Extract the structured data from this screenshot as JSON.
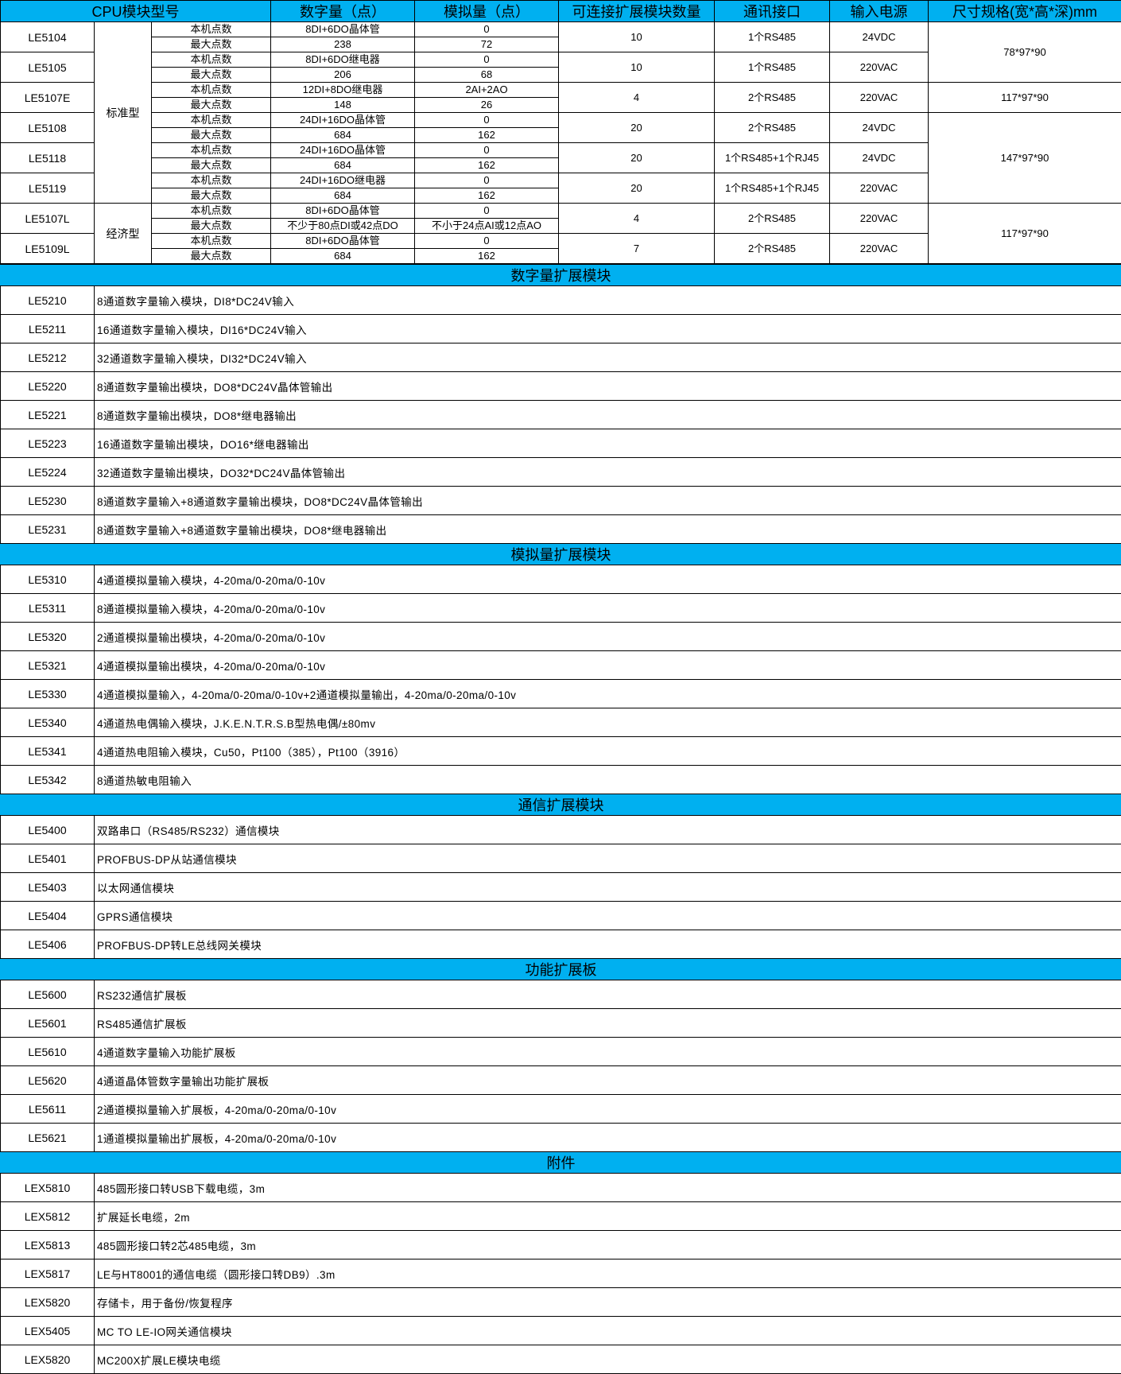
{
  "cpu_table": {
    "headers": [
      "CPU模块型号",
      "数字量（点）",
      "模拟量（点）",
      "可连接扩展模块数量",
      "通讯接口",
      "输入电源",
      "尺寸规格(宽*高*深)mm"
    ],
    "sub_labels": {
      "local": "本机点数",
      "max": "最大点数"
    },
    "groups": [
      {
        "type": "标准型",
        "models": [
          {
            "model": "LE5104",
            "local_digital": "8DI+6DO晶体管",
            "local_analog": "0",
            "max_digital": "238",
            "max_analog": "72",
            "expansion": "10",
            "comm": "1个RS485",
            "power": "24VDC"
          },
          {
            "model": "LE5105",
            "local_digital": "8DI+6DO继电器",
            "local_analog": "0",
            "max_digital": "206",
            "max_analog": "68",
            "expansion": "10",
            "comm": "1个RS485",
            "power": "220VAC"
          },
          {
            "model": "LE5107E",
            "local_digital": "12DI+8DO继电器",
            "local_analog": "2AI+2AO",
            "max_digital": "148",
            "max_analog": "26",
            "expansion": "4",
            "comm": "2个RS485",
            "power": "220VAC"
          },
          {
            "model": "LE5108",
            "local_digital": "24DI+16DO晶体管",
            "local_analog": "0",
            "max_digital": "684",
            "max_analog": "162",
            "expansion": "20",
            "comm": "2个RS485",
            "power": "24VDC"
          },
          {
            "model": "LE5118",
            "local_digital": "24DI+16DO晶体管",
            "local_analog": "0",
            "max_digital": "684",
            "max_analog": "162",
            "expansion": "20",
            "comm": "1个RS485+1个RJ45",
            "power": "24VDC"
          },
          {
            "model": "LE5119",
            "local_digital": "24DI+16DO继电器",
            "local_analog": "0",
            "max_digital": "684",
            "max_analog": "162",
            "expansion": "20",
            "comm": "1个RS485+1个RJ45",
            "power": "220VAC"
          }
        ]
      },
      {
        "type": "经济型",
        "models": [
          {
            "model": "LE5107L",
            "local_digital": "8DI+6DO晶体管",
            "local_analog": "0",
            "max_digital": "不少于80点DI或42点DO",
            "max_analog": "不小于24点AI或12点AO",
            "expansion": "4",
            "comm": "2个RS485",
            "power": "220VAC"
          },
          {
            "model": "LE5109L",
            "local_digital": "8DI+6DO晶体管",
            "local_analog": "0",
            "max_digital": "684",
            "max_analog": "162",
            "expansion": "7",
            "comm": "2个RS485",
            "power": "220VAC"
          }
        ]
      }
    ],
    "sizes": [
      {
        "value": "78*97*90",
        "span_models": 2
      },
      {
        "value": "117*97*90",
        "span_models": 1
      },
      {
        "value": "147*97*90",
        "span_models": 3
      },
      {
        "value": "117*97*90",
        "span_models": 2
      }
    ]
  },
  "sections": [
    {
      "title": "数字量扩展模块",
      "items": [
        {
          "model": "LE5210",
          "desc": "8通道数字量输入模块，DI8*DC24V输入"
        },
        {
          "model": "LE5211",
          "desc": "16通道数字量输入模块，DI16*DC24V输入"
        },
        {
          "model": "LE5212",
          "desc": "32通道数字量输入模块，DI32*DC24V输入"
        },
        {
          "model": "LE5220",
          "desc": "8通道数字量输出模块，DO8*DC24V晶体管输出"
        },
        {
          "model": "LE5221",
          "desc": "8通道数字量输出模块，DO8*继电器输出"
        },
        {
          "model": "LE5223",
          "desc": "16通道数字量输出模块，DO16*继电器输出"
        },
        {
          "model": "LE5224",
          "desc": "32通道数字量输出模块，DO32*DC24V晶体管输出"
        },
        {
          "model": "LE5230",
          "desc": "8通道数字量输入+8通道数字量输出模块，DO8*DC24V晶体管输出"
        },
        {
          "model": "LE5231",
          "desc": "8通道数字量输入+8通道数字量输出模块，DO8*继电器输出"
        }
      ]
    },
    {
      "title": "模拟量扩展模块",
      "items": [
        {
          "model": "LE5310",
          "desc": "4通道模拟量输入模块，4-20ma/0-20ma/0-10v"
        },
        {
          "model": "LE5311",
          "desc": "8通道模拟量输入模块，4-20ma/0-20ma/0-10v"
        },
        {
          "model": "LE5320",
          "desc": "2通道模拟量输出模块，4-20ma/0-20ma/0-10v"
        },
        {
          "model": "LE5321",
          "desc": "4通道模拟量输出模块，4-20ma/0-20ma/0-10v"
        },
        {
          "model": "LE5330",
          "desc": "4通道模拟量输入，4-20ma/0-20ma/0-10v+2通道模拟量输出，4-20ma/0-20ma/0-10v"
        },
        {
          "model": "LE5340",
          "desc": "4通道热电偶输入模块，J.K.E.N.T.R.S.B型热电偶/±80mv"
        },
        {
          "model": "LE5341",
          "desc": "4通道热电阻输入模块，Cu50，Pt100（385），Pt100（3916）"
        },
        {
          "model": "LE5342",
          "desc": "8通道热敏电阻输入"
        }
      ]
    },
    {
      "title": "通信扩展模块",
      "items": [
        {
          "model": "LE5400",
          "desc": "双路串口（RS485/RS232）通信模块"
        },
        {
          "model": "LE5401",
          "desc": "PROFBUS-DP从站通信模块"
        },
        {
          "model": "LE5403",
          "desc": "以太网通信模块"
        },
        {
          "model": "LE5404",
          "desc": "GPRS通信模块"
        },
        {
          "model": "LE5406",
          "desc": "PROFBUS-DP转LE总线网关模块"
        }
      ]
    },
    {
      "title": "功能扩展板",
      "items": [
        {
          "model": "LE5600",
          "desc": "RS232通信扩展板"
        },
        {
          "model": "LE5601",
          "desc": "RS485通信扩展板"
        },
        {
          "model": "LE5610",
          "desc": "4通道数字量输入功能扩展板"
        },
        {
          "model": "LE5620",
          "desc": "4通道晶体管数字量输出功能扩展板"
        },
        {
          "model": "LE5611",
          "desc": "2通道模拟量输入扩展板，4-20ma/0-20ma/0-10v"
        },
        {
          "model": "LE5621",
          "desc": "1通道模拟量输出扩展板，4-20ma/0-20ma/0-10v"
        }
      ]
    },
    {
      "title": "附件",
      "items": [
        {
          "model": "LEX5810",
          "desc": "485圆形接口转USB下载电缆，3m"
        },
        {
          "model": "LEX5812",
          "desc": "扩展延长电缆，2m"
        },
        {
          "model": "LEX5813",
          "desc": "485圆形接口转2芯485电缆，3m"
        },
        {
          "model": "LEX5817",
          "desc": "LE与HT8001的通信电缆（圆形接口转DB9）.3m"
        },
        {
          "model": "LEX5820",
          "desc": "存储卡，用于备份/恢复程序"
        },
        {
          "model": "LEX5405",
          "desc": "MC TO LE-IO网关通信模块"
        },
        {
          "model": "LEX5820",
          "desc": "MC200X扩展LE模块电缆"
        }
      ]
    }
  ]
}
